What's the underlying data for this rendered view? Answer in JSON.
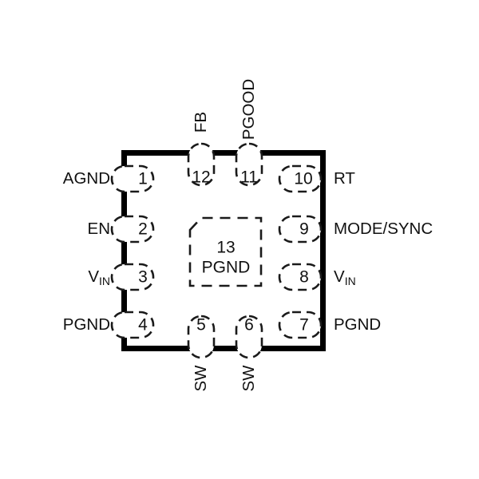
{
  "diagram": {
    "title": "QFN-13 package pinout",
    "package": {
      "outline_color": "#000000",
      "pad_color": "#1a1a1a",
      "background": "#ffffff"
    },
    "center_pad": {
      "number": "13",
      "name": "PGND"
    },
    "pins": {
      "left": [
        {
          "number": "1",
          "label": "AGND",
          "sub": ""
        },
        {
          "number": "2",
          "label": "EN",
          "sub": ""
        },
        {
          "number": "3",
          "label": "V",
          "sub": "IN"
        },
        {
          "number": "4",
          "label": "PGND",
          "sub": ""
        }
      ],
      "right": [
        {
          "number": "10",
          "label": "RT",
          "sub": ""
        },
        {
          "number": "9",
          "label": "MODE/SYNC",
          "sub": ""
        },
        {
          "number": "8",
          "label": "V",
          "sub": "IN"
        },
        {
          "number": "7",
          "label": "PGND",
          "sub": ""
        }
      ],
      "top": [
        {
          "number": "12",
          "label": "FB"
        },
        {
          "number": "11",
          "label": "PGOOD"
        }
      ],
      "bottom": [
        {
          "number": "5",
          "label": "SW"
        },
        {
          "number": "6",
          "label": "SW"
        }
      ]
    }
  }
}
